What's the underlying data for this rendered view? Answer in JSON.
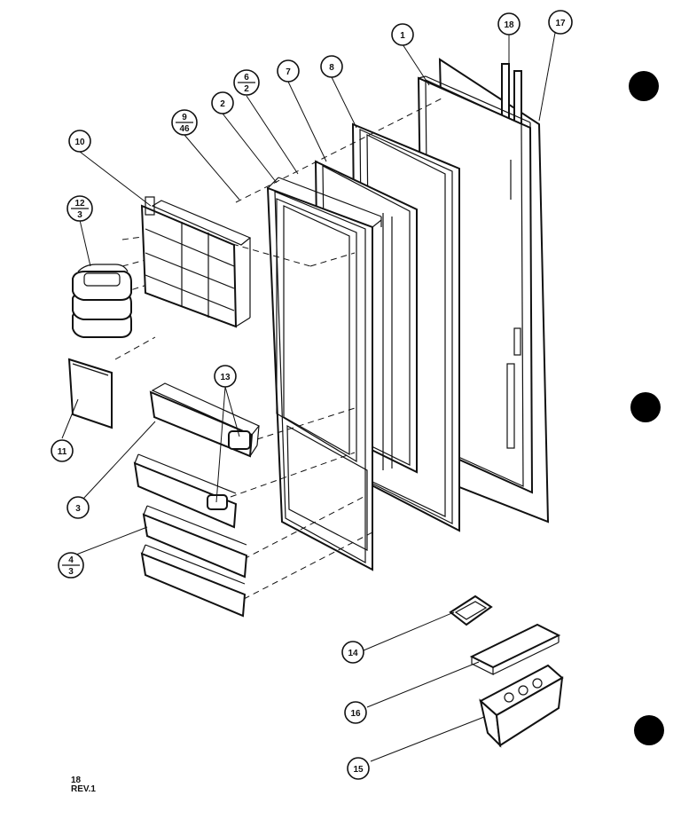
{
  "callouts": {
    "c1": "1",
    "c2": "2",
    "c3": "3",
    "c6_2": [
      "6",
      "2"
    ],
    "c7": "7",
    "c8": "8",
    "c9_46": [
      "9",
      "46"
    ],
    "c10": "10",
    "c11": "11",
    "c12_3": [
      "12",
      "3"
    ],
    "c13": "13",
    "c4_3": [
      "4",
      "3"
    ],
    "c14": "14",
    "c15": "15",
    "c16": "16",
    "c17": "17",
    "c18": "18"
  },
  "footer": {
    "page": "18",
    "rev": "REV.1"
  }
}
